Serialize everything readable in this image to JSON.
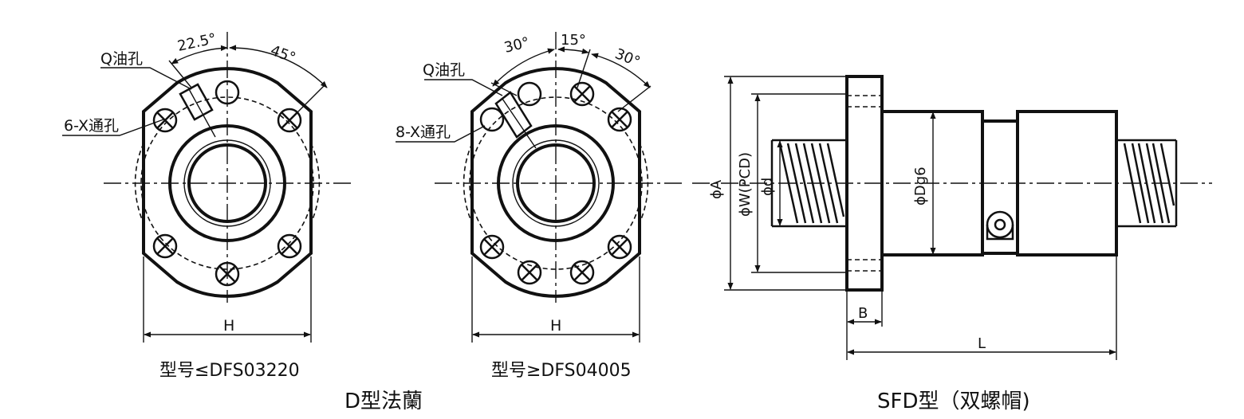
{
  "left_view": {
    "angle_small": "22.5°",
    "angle_large": "45°",
    "oil_hole_label": "Q油孔",
    "through_hole_label": "6-X通孔",
    "width_label": "H",
    "caption": "型号≤DFS03220"
  },
  "middle_view": {
    "angle_left": "30°",
    "angle_mid": "15°",
    "angle_right": "30°",
    "oil_hole_label": "Q油孔",
    "through_hole_label": "8-X通孔",
    "width_label": "H",
    "caption": "型号≥DFS04005"
  },
  "flange_caption": "D型法蘭",
  "side_view": {
    "dim_A": "ϕA",
    "dim_W": "ϕW(PCD)",
    "dim_d": "ϕd",
    "dim_D": "ϕDg6",
    "dim_B": "B",
    "dim_L": "L",
    "caption": "SFD型（双螺帽)"
  }
}
